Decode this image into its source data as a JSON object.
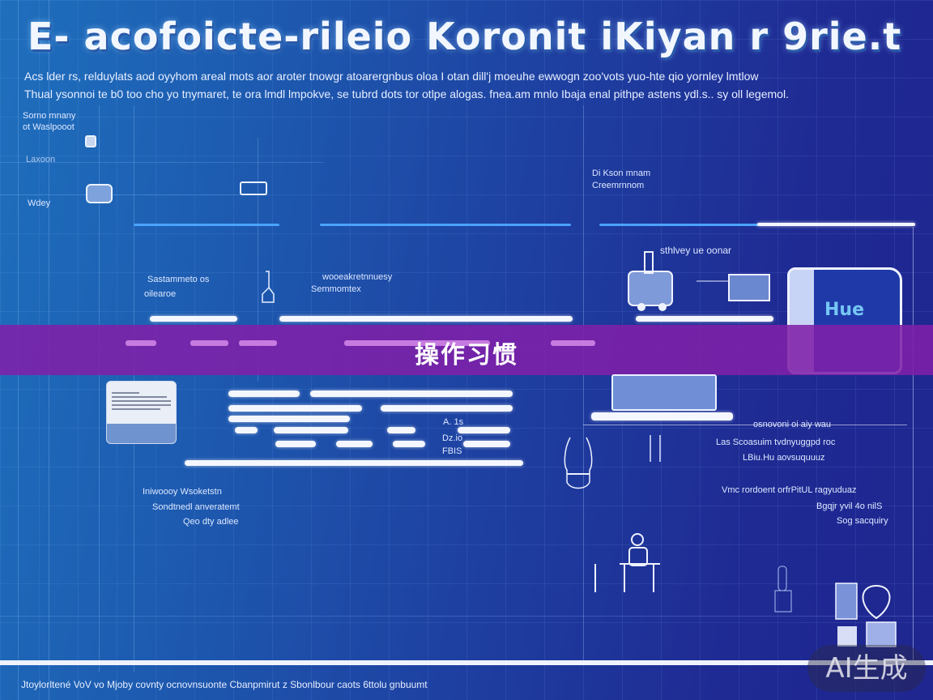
{
  "header": {
    "title": "E- acofoicte-rileio Koronit iKiyan r 9rie.t",
    "subtitle_line1": "Acs lder rs, relduylats aod oyyhom areal mots aor aroter tnowgr atoarergnbus oloa I otan dill'j moeuhe ewwogn zoo'vots yuo-hte qio yornley lmtlow",
    "subtitle_line2": "Thual ysonnoi te b0 too cho yo tnymaret, te ora lmdl lmpokve, se tubrd dots tor otlpe alogas. fnea.am mnlo Ibaja enal pithpe astens ydl.s.. sy oll legemol."
  },
  "left_labels": {
    "label1_line1": "Sorno mnany",
    "label1_line2": "ot Waslpooot",
    "label2": "Laxoon",
    "label3": "Wdey"
  },
  "mid_labels": {
    "left_block_line1": "Sastammeto os",
    "left_block_line2": "oilearoe",
    "center_block_line1": "wooeakretnnuesy",
    "center_block_line2": "Semmomtex",
    "top_right_line1": "Di Kson mnam",
    "top_right_line2": "Creemrnnom",
    "machine_label": "sthlvey ue oonar",
    "book_label": "Hue"
  },
  "banner": {
    "title": "操作习惯",
    "background_color": "#8020a8"
  },
  "lower_left": {
    "line1": "Iniwoooy Wsoketstn",
    "line2": "Sondtnedl anveratemt",
    "line3": "Qeo dty adlee"
  },
  "lower_mid": {
    "tag1": "A. 1s",
    "tag2": "Dz.io",
    "tag3": "FBIS"
  },
  "lower_right": {
    "line1": "osnovoni oi aiy wau",
    "line2": "Las Scoasuim tvdnyuggpd roc",
    "line3": "LBiu.Hu aovsuquuuz",
    "line4": "Vmc rordoent orfrPitUL ragyuduaz",
    "line5": "Bgqjr yvil 4o nilS",
    "line6": "Sog sacquiry"
  },
  "footer": {
    "text": "Jtoylorltené VoV vo Mjoby covnty  ocnovnsuonte Cbanpmirut z Sbonlbour caots 6ttolu gnbuumt"
  },
  "watermark": {
    "text": "AI生成"
  },
  "colors": {
    "bg_left": "#1f6fbd",
    "bg_right": "#1f2690",
    "banner": "#8020a8",
    "banner_bars": "#c77be0",
    "accent_line": "#4aa3ff"
  }
}
